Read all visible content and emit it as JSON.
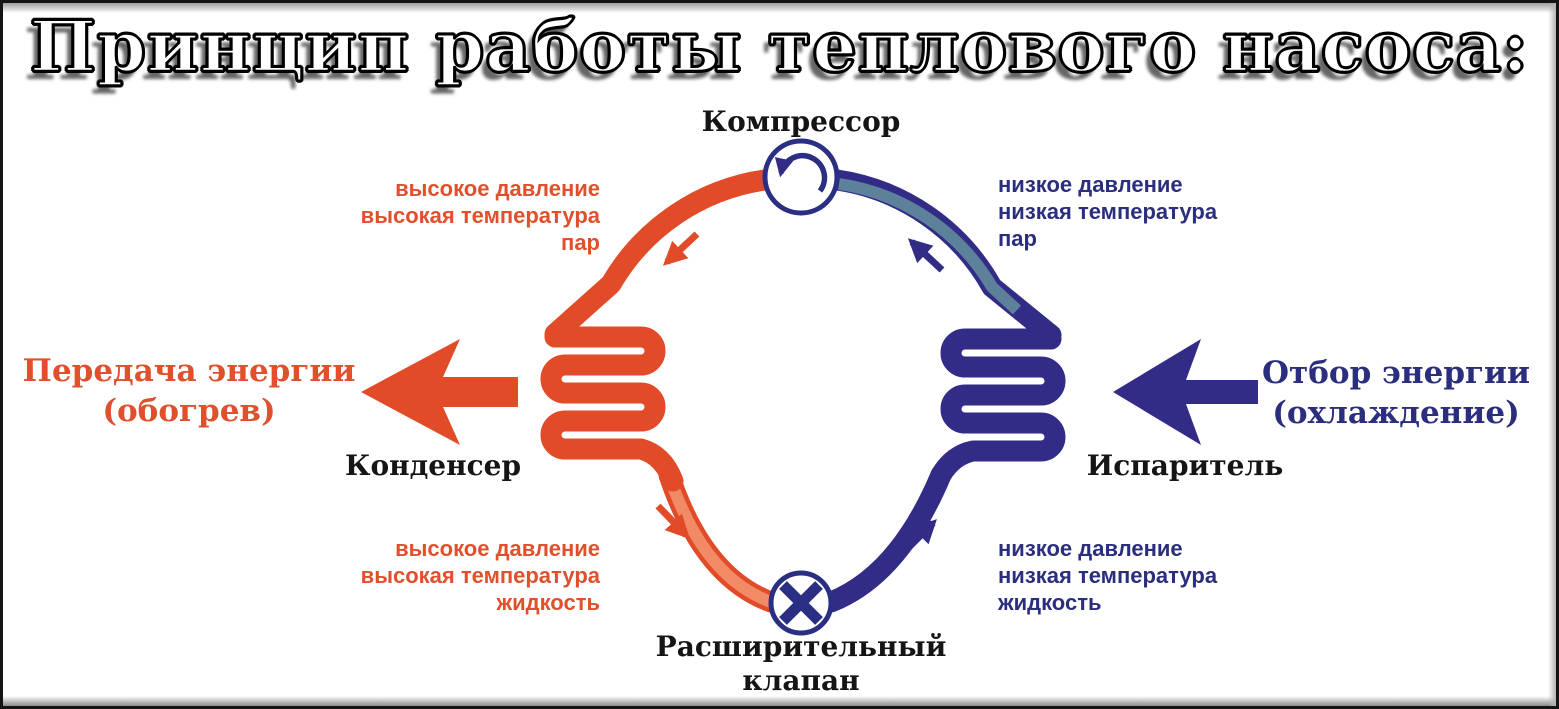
{
  "title": "Принцип работы теплового насоса:",
  "colors": {
    "hot": "#e14b28",
    "hot_light": "#f18a65",
    "cold": "#322c87",
    "teal": "#5d809b",
    "hot_text": "#e0502c",
    "cold_text": "#2b2e7d",
    "label_text": "#151515",
    "background": "#ffffff"
  },
  "components": {
    "compressor": "Компрессор",
    "condenser": "Конденсер",
    "evaporator": "Испаритель",
    "expansion_valve": {
      "line1": "Расширительный",
      "line2": "клапан"
    }
  },
  "states": {
    "high_pressure_vapor": {
      "lines": [
        "высокое давление",
        "высокая температура",
        "пар"
      ]
    },
    "low_pressure_vapor": {
      "lines": [
        "низкое давление",
        "низкая температура",
        "пар"
      ]
    },
    "high_pressure_liquid": {
      "lines": [
        "высокое давление",
        "высокая температура",
        "жидкость"
      ]
    },
    "low_pressure_liquid": {
      "lines": [
        "низкое давление",
        "низкая температура",
        "жидкость"
      ]
    }
  },
  "energy_flows": {
    "output": {
      "line1": "Передача энергии",
      "line2": "(обогрев)"
    },
    "input": {
      "line1": "Отбор энергии",
      "line2": "(охлаждение)"
    }
  },
  "icons": {
    "compressor": "rotation-ccw-arrow-icon",
    "expansion_valve": "cross-valve-icon",
    "flow": "direction-arrow-icon"
  }
}
